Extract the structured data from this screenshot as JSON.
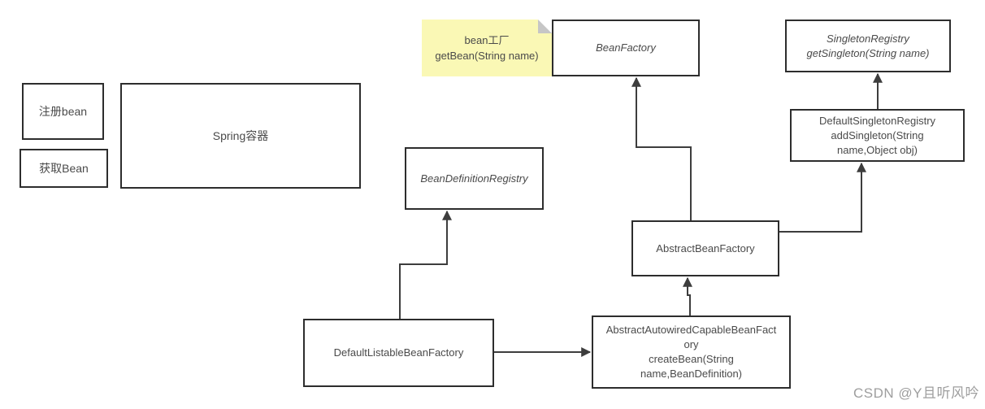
{
  "diagram": {
    "nodes": {
      "register_bean": {
        "label": "注册bean"
      },
      "spring_container": {
        "label": "Spring容器"
      },
      "get_bean": {
        "label": "获取Bean"
      },
      "note": {
        "label": "bean工厂\ngetBean(String name)"
      },
      "bean_factory": {
        "label": "BeanFactory"
      },
      "singleton_registry": {
        "label": "SingletonRegistry\ngetSingleton(String name)"
      },
      "default_singleton_registry": {
        "label": "DefaultSingletonRegistry\naddSingleton(String\nname,Object obj)"
      },
      "bean_definition_registry": {
        "label": "BeanDefinitionRegistry"
      },
      "abstract_bean_factory": {
        "label": "AbstractBeanFactory"
      },
      "default_listable_bean_factory": {
        "label": "DefaultListableBeanFactory"
      },
      "abstract_autowired_capable_bean_factory": {
        "label": "AbstractAutowiredCapableBeanFact\nory\ncreateBean(String\nname,BeanDefinition)"
      }
    },
    "edges": [
      {
        "from": "AbstractBeanFactory",
        "to": "BeanFactory",
        "style": "arrow"
      },
      {
        "from": "DefaultSingletonRegistry",
        "to": "SingletonRegistry",
        "style": "arrow"
      },
      {
        "from": "AbstractBeanFactory",
        "to": "DefaultSingletonRegistry",
        "style": "arrow"
      },
      {
        "from": "DefaultListableBeanFactory",
        "to": "BeanDefinitionRegistry",
        "style": "arrow"
      },
      {
        "from": "AbstractAutowiredCapableBeanFactory",
        "to": "AbstractBeanFactory",
        "style": "arrow"
      },
      {
        "from": "DefaultListableBeanFactory",
        "to": "AbstractAutowiredCapableBeanFactory",
        "style": "arrow"
      }
    ],
    "colors": {
      "background": "#ffffff",
      "box_border": "#2d2d2d",
      "box_fill": "#ffffff",
      "text": "#4a4a4a",
      "note_fill": "#faf8b5",
      "note_fold": "#c6c6c6",
      "line": "#3d3d3d",
      "watermark": "#9e9e9e"
    },
    "watermark": "CSDN @Y且听风吟"
  }
}
